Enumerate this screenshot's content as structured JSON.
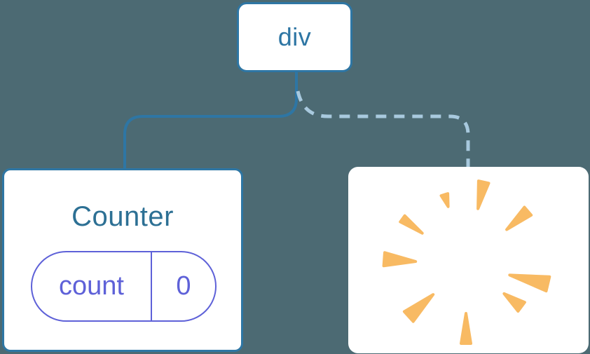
{
  "tree": {
    "root": {
      "label": "div"
    },
    "children": [
      {
        "id": "counter",
        "title": "Counter",
        "state": {
          "name": "count",
          "value": "0"
        },
        "connector": "solid"
      },
      {
        "id": "removed-component",
        "icon": "poof-icon",
        "connector": "dashed"
      }
    ]
  },
  "colors": {
    "background": "#4c6a73",
    "card_background": "#ffffff",
    "node_border": "#2e76a4",
    "node_text": "#2e76a4",
    "counter_title": "#2d7094",
    "state_accent": "#5e61d8",
    "connector_solid": "#2e76a4",
    "connector_dashed": "#a8c9de",
    "poof_orange": "#f8ba63"
  }
}
